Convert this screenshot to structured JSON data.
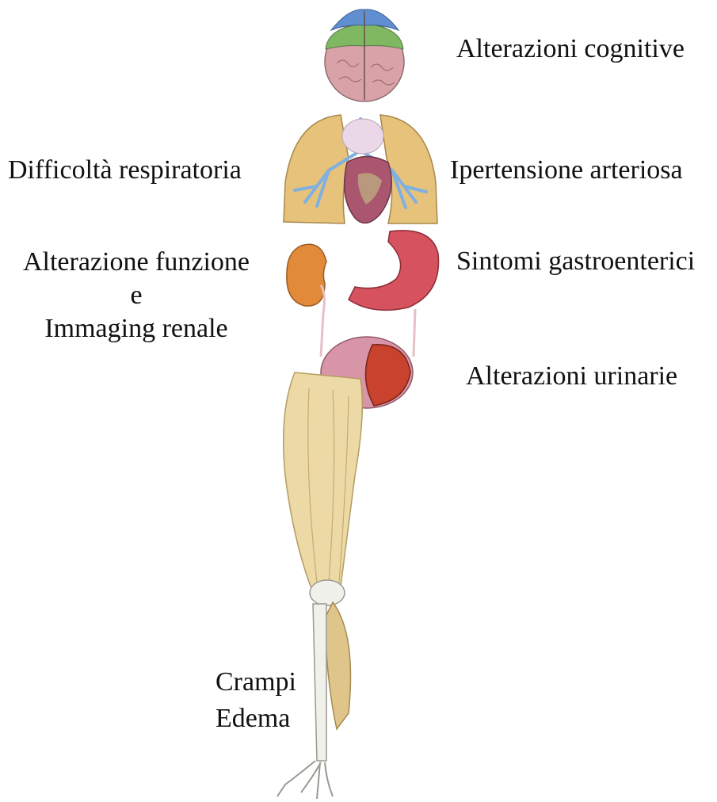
{
  "labels": {
    "cognitive": "Alterazioni cognitive",
    "respiratory": "Difficoltà respiratoria",
    "hypertension": "Ipertensione arteriosa",
    "renal_line1": "Alterazione funzione",
    "renal_line2": "e",
    "renal_line3": "Immaging renale",
    "gastro": "Sintomi gastroenterici",
    "urinary": "Alterazioni urinarie",
    "legs_line1": "Crampi",
    "legs_line2": "Edema"
  },
  "colors": {
    "brain_frontal": "#5f8fd0",
    "brain_parietal": "#7fb860",
    "brain_lower": "#d9a2a8",
    "lung_tissue": "#e6c27a",
    "bronchi": "#7fb0e0",
    "heart": "#a9566e",
    "kidney": "#e08a3a",
    "stomach": "#d5525e",
    "bladder": "#d995a8",
    "bladder_inner": "#c8422d",
    "muscle": "#ecd9a5",
    "bone": "#f1f1ec"
  }
}
